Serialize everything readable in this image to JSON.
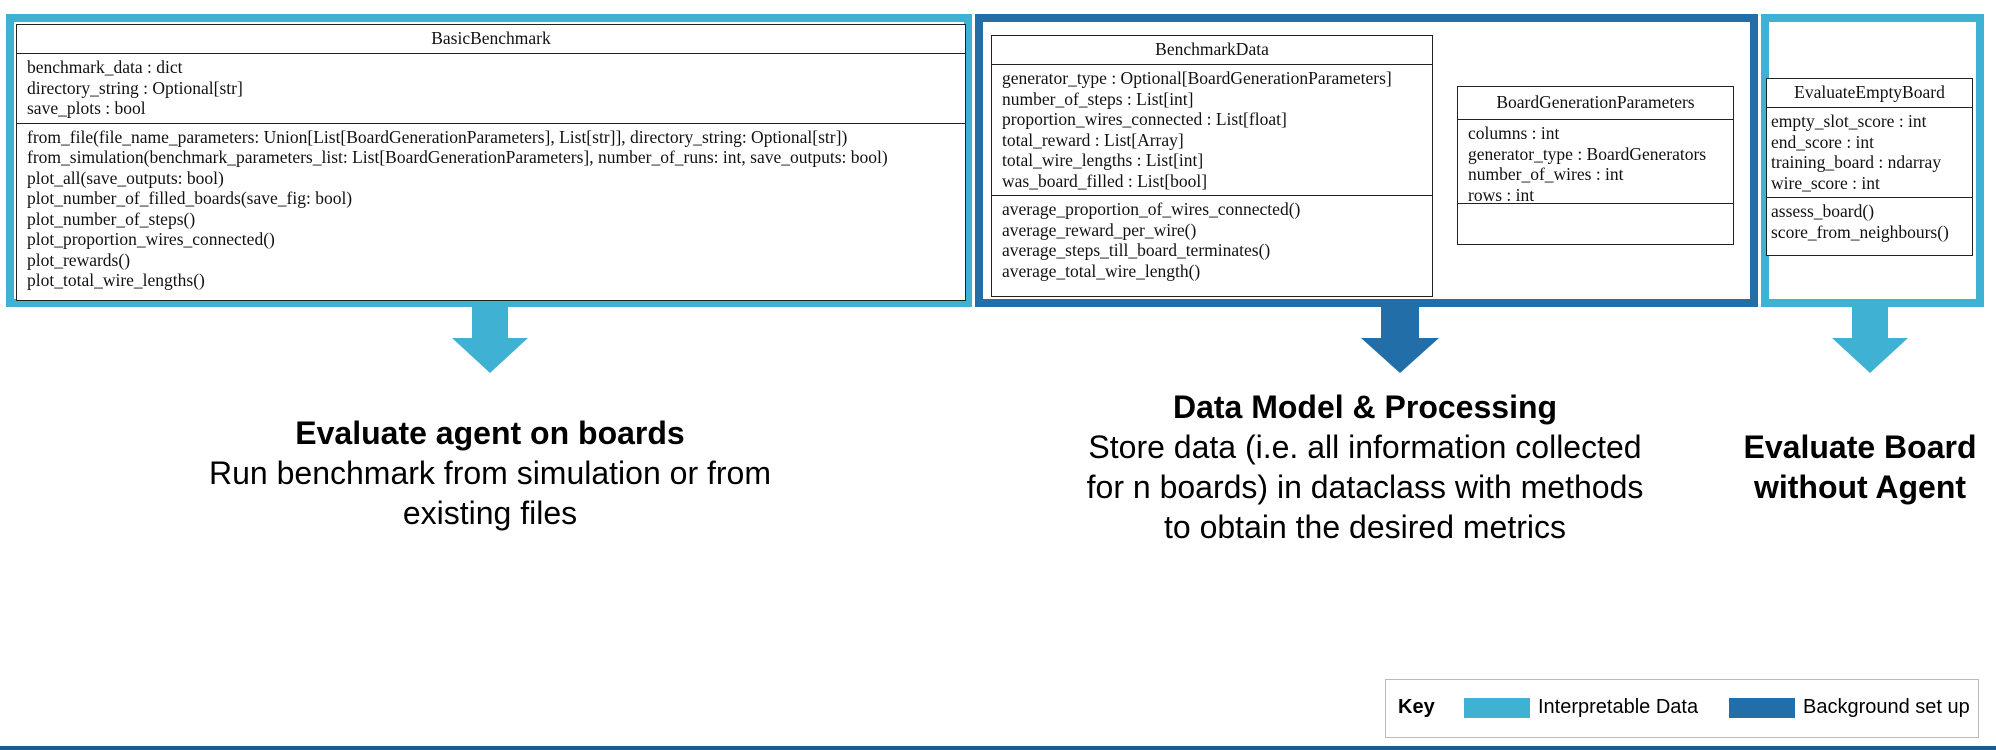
{
  "colors": {
    "interpretable": "#3fb1d2",
    "background_setup": "#216ea9"
  },
  "basic_benchmark": {
    "name": "BasicBenchmark",
    "attributes": [
      "benchmark_data : dict",
      "directory_string : Optional[str]",
      "save_plots : bool"
    ],
    "methods": [
      "from_file(file_name_parameters: Union[List[BoardGenerationParameters], List[str]], directory_string: Optional[str])",
      "from_simulation(benchmark_parameters_list: List[BoardGenerationParameters], number_of_runs: int, save_outputs: bool)",
      "plot_all(save_outputs: bool)",
      "plot_number_of_filled_boards(save_fig: bool)",
      "plot_number_of_steps()",
      "plot_proportion_wires_connected()",
      "plot_rewards()",
      "plot_total_wire_lengths()"
    ]
  },
  "benchmark_data": {
    "name": "BenchmarkData",
    "attributes": [
      "generator_type : Optional[BoardGenerationParameters]",
      "number_of_steps : List[int]",
      "proportion_wires_connected : List[float]",
      "total_reward : List[Array]",
      "total_wire_lengths : List[int]",
      "was_board_filled : List[bool]"
    ],
    "methods": [
      "average_proportion_of_wires_connected()",
      "average_reward_per_wire()",
      "average_steps_till_board_terminates()",
      "average_total_wire_length()"
    ]
  },
  "board_generation_parameters": {
    "name": "BoardGenerationParameters",
    "attributes": [
      "columns : int",
      "generator_type : BoardGenerators",
      "number_of_wires : int",
      "rows : int"
    ],
    "methods": []
  },
  "evaluate_empty_board": {
    "name": "EvaluateEmptyBoard",
    "attributes": [
      "empty_slot_score : int",
      "end_score : int",
      "training_board : ndarray",
      "wire_score : int"
    ],
    "methods": [
      "assess_board()",
      "score_from_neighbours()"
    ]
  },
  "captions": {
    "evaluate_agent": {
      "heading": "Evaluate agent on boards",
      "lines": [
        "Run benchmark from simulation or from",
        "existing files"
      ]
    },
    "data_model": {
      "heading": "Data Model & Processing",
      "lines": [
        "Store data (i.e. all information collected",
        "for n boards)  in dataclass with methods",
        "to obtain the desired metrics"
      ]
    },
    "evaluate_board": {
      "heading_lines": [
        "Evaluate Board",
        "without Agent"
      ]
    }
  },
  "key": {
    "title": "Key",
    "interpretable": "Interpretable Data",
    "background": "Background set up"
  }
}
